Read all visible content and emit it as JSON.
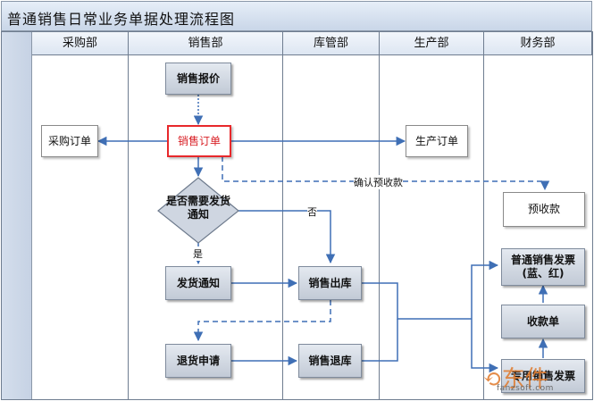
{
  "title": "普通销售日常业务单据处理流程图",
  "lanes": [
    "采购部",
    "销售部",
    "库管部",
    "生产部",
    "财务部"
  ],
  "nodes": {
    "sales_quote": "销售报价",
    "sales_order": "销售订单",
    "purchase_order": "采购订单",
    "production_order": "生产订单",
    "advance_receipt": "预收款",
    "decision": "是否需要发货通知",
    "delivery_notice": "发货通知",
    "sales_outbound": "销售出库",
    "return_request": "退货申请",
    "sales_return": "销售退库",
    "normal_invoice_line1": "普通销售发票",
    "normal_invoice_line2": "(蓝、红)",
    "receipt_note": "收款单",
    "special_invoice": "专用销售发票"
  },
  "edge_labels": {
    "confirm_advance": "确认预收款",
    "no": "否",
    "yes": "是"
  },
  "watermark": {
    "mark": "⟲东",
    "sub": "fanzsoft.com",
    "text": "件"
  },
  "colors": {
    "line_blue": "#3f6fb5",
    "highlight_red": "#e8282b",
    "header_bg": "#dde6f2",
    "node_gray": "#c2cad6"
  }
}
